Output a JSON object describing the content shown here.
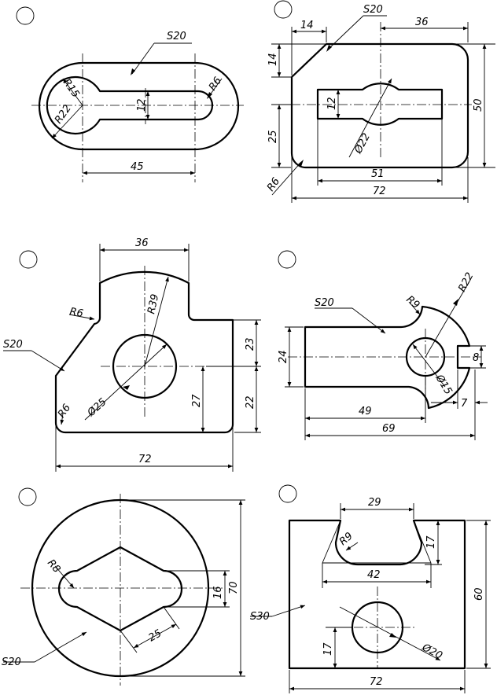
{
  "figures": [
    {
      "id": "fig1",
      "labels": {
        "thickness": "S20",
        "width": "45",
        "slot": "12",
        "r_small": "R15",
        "r_big": "R22",
        "r_end": "R6"
      }
    },
    {
      "id": "fig2",
      "labels": {
        "thickness": "S20",
        "chamfer": "14",
        "chamfer_v": "14",
        "top_offset": "36",
        "height": "50",
        "slot": "12",
        "lower": "25",
        "circle": "Ø22",
        "slot_len": "51",
        "width": "72",
        "corner": "R6"
      }
    },
    {
      "id": "fig3",
      "labels": {
        "top": "36",
        "r_big": "R39",
        "r_small_top": "R6",
        "thickness": "S20",
        "right_upper": "23",
        "right_lower": "22",
        "center_h": "27",
        "circle": "Ø25",
        "r_small_bot": "R6",
        "width": "72"
      }
    },
    {
      "id": "fig4",
      "labels": {
        "r_small": "R9",
        "r_big": "R22",
        "thickness": "S20",
        "height": "24",
        "slot": "8",
        "circle": "Ø15",
        "offset": "7",
        "len1": "49",
        "len2": "69"
      }
    },
    {
      "id": "fig5",
      "labels": {
        "r_end": "R8",
        "slot": "16",
        "diameter": "70",
        "diag": "25",
        "thickness": "S20"
      }
    },
    {
      "id": "fig6",
      "labels": {
        "top": "29",
        "r_fillet": "R9",
        "depth": "17",
        "bottom_w": "42",
        "height": "60",
        "thickness": "S30",
        "center_h": "17",
        "circle": "Ø20",
        "width": "72"
      }
    }
  ]
}
